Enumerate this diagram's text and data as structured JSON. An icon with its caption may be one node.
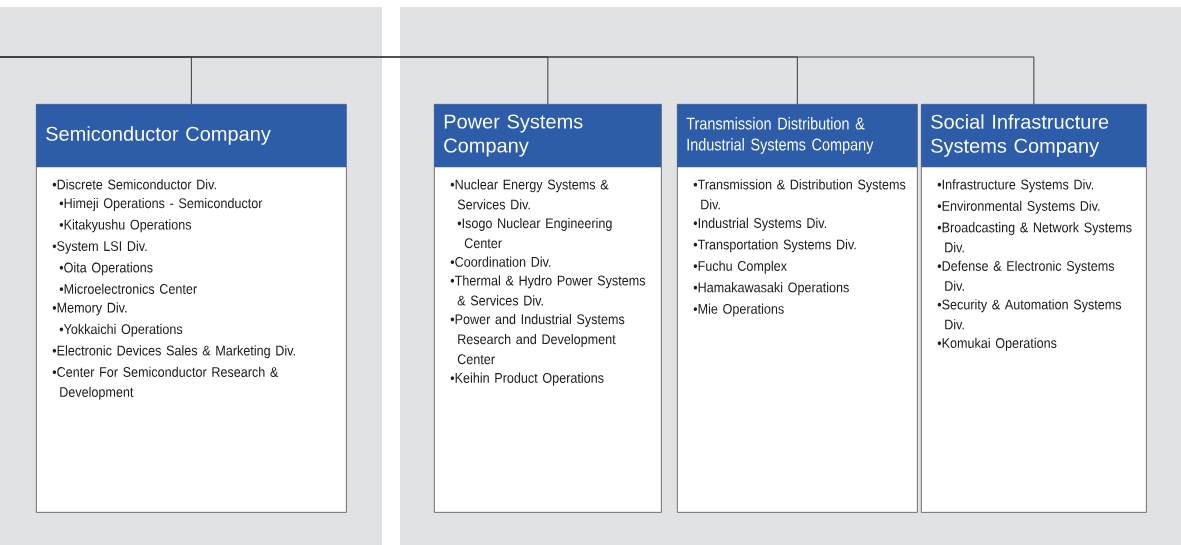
{
  "diagram": {
    "nodes": [
      {
        "text": [
          "Semiconductor Company",
          "•Discrete Semiconductor Div.",
          "•Himeji Operations - Semiconductor",
          "•Kitakyushu Operations",
          "•System LSI Div.",
          "•Oita Operations",
          "•Microelectronics Center",
          "•Memory Div.",
          "•Yokkaichi Operations",
          "•Electronic Devices Sales & Marketing Div.",
          "•Center For Semiconductor Research & Development"
        ]
      },
      {
        "text": [
          "Power Systems Company",
          "•Nuclear Energy Systems & Services Div.",
          "•Isogo Nuclear Engineering Center",
          "•Coordination Div.",
          "•Thermal & Hydro Power Systems & Services Div.",
          "•Power and Industrial Systems Research and Development Center",
          "•Keihin Product Operations"
        ]
      },
      {
        "text": [
          "Transmission Distribution & Industrial Systems Company",
          "•Transmission & Distribution Systems Div.",
          "•Industrial Systems Div.",
          "•Transportation Systems Div.",
          "•Fuchu Complex",
          "•Hamakawasaki Operations",
          "•Mie Operations"
        ]
      },
      {
        "text": [
          "Social Infrastructure Systems Company",
          "•Infrastructure Systems Div.",
          "•Environmental Systems Div.",
          "•Broadcasting & Network Systems Div.",
          "•Defense & Electronic Systems Div.",
          "•Security & Automation Systems Div.",
          "•Komukai Operations"
        ]
      }
    ],
    "edges": [
      {
        "from": null,
        "to": 0,
        "arrow": "none"
      },
      {
        "from": null,
        "to": 1,
        "arrow": "none"
      },
      {
        "from": null,
        "to": 2,
        "arrow": "none"
      },
      {
        "from": null,
        "to": 3,
        "arrow": "none"
      }
    ]
  }
}
